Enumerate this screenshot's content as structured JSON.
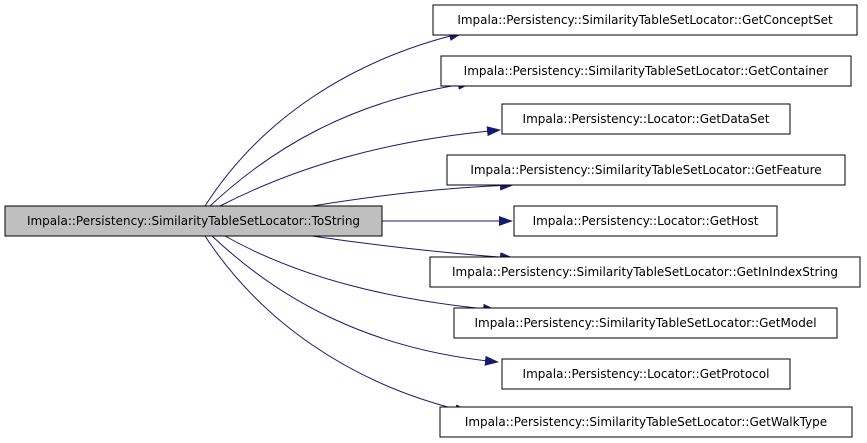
{
  "colors": {
    "root_fill": "#bfbfbf",
    "node_fill": "#ffffff",
    "border": "#000000",
    "edge": "#191970"
  },
  "root": {
    "label": "Impala::Persistency::SimilarityTableSetLocator::ToString"
  },
  "callees": [
    {
      "label": "Impala::Persistency::SimilarityTableSetLocator::GetConceptSet"
    },
    {
      "label": "Impala::Persistency::SimilarityTableSetLocator::GetContainer"
    },
    {
      "label": "Impala::Persistency::Locator::GetDataSet"
    },
    {
      "label": "Impala::Persistency::SimilarityTableSetLocator::GetFeature"
    },
    {
      "label": "Impala::Persistency::Locator::GetHost"
    },
    {
      "label": "Impala::Persistency::SimilarityTableSetLocator::GetInIndexString"
    },
    {
      "label": "Impala::Persistency::SimilarityTableSetLocator::GetModel"
    },
    {
      "label": "Impala::Persistency::Locator::GetProtocol"
    },
    {
      "label": "Impala::Persistency::SimilarityTableSetLocator::GetWalkType"
    }
  ]
}
